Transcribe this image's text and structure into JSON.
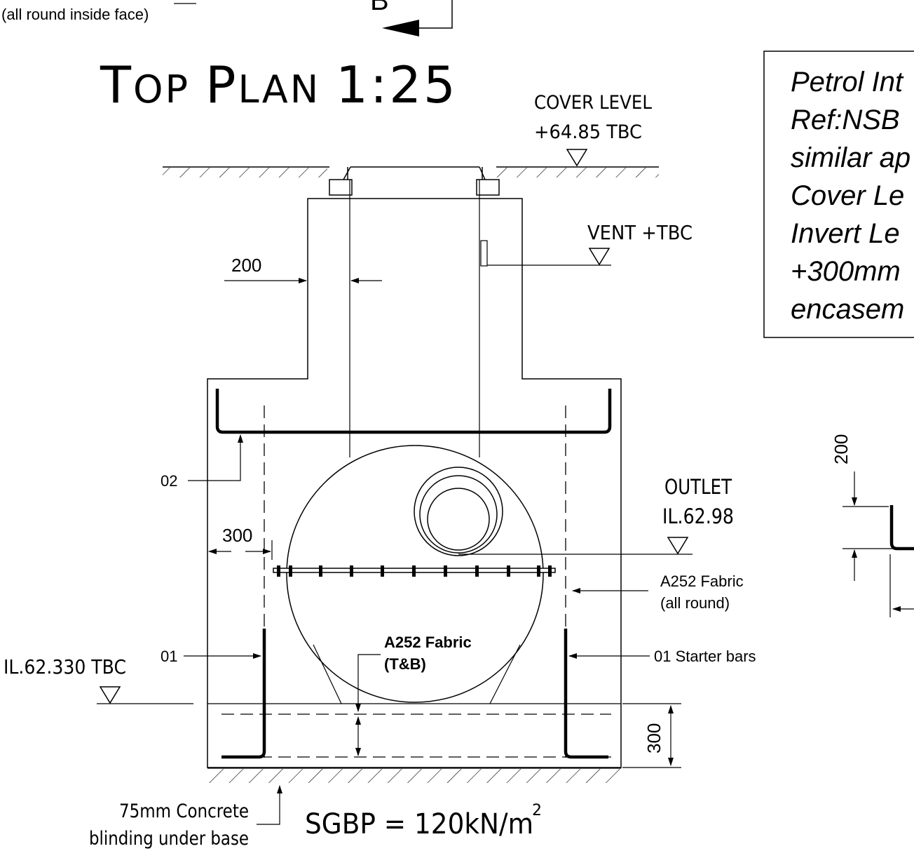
{
  "header": {
    "corner_note": "(all round inside face)",
    "section_marker": "B"
  },
  "title": {
    "big_t": "T",
    "small_op": "OP",
    "big_p": "P",
    "small_lan": "LAN",
    "scale": "1:25"
  },
  "note_box": {
    "lines": [
      "Petrol Int",
      "Ref:NSB",
      "similar ap",
      "Cover Le",
      "Invert Le",
      "+300mm",
      "encasem"
    ]
  },
  "levels": {
    "cover_label": "COVER LEVEL",
    "cover_value": "+64.85 TBC",
    "vent": "VENT +TBC",
    "outlet_label": "OUTLET",
    "outlet_value": "IL.62.98",
    "invert": "IL.62.330 TBC"
  },
  "dimensions": {
    "wall_thickness": "200",
    "side_cover": "300",
    "base_depth": "300",
    "right_detail": "200"
  },
  "rebar_marks": {
    "top_bar": "02",
    "starter_left": "01",
    "starter_right": "01 Starter bars"
  },
  "fabric": {
    "side_label_1": "A252 Fabric",
    "side_label_2": "(all round)",
    "base_label_1": "A252 Fabric",
    "base_label_2": "(T&B)"
  },
  "blinding": {
    "line_1": "75mm Concrete",
    "line_2": "blinding under base"
  },
  "bearing": {
    "text": "SGBP = 120kN/m",
    "superscript": "2"
  }
}
